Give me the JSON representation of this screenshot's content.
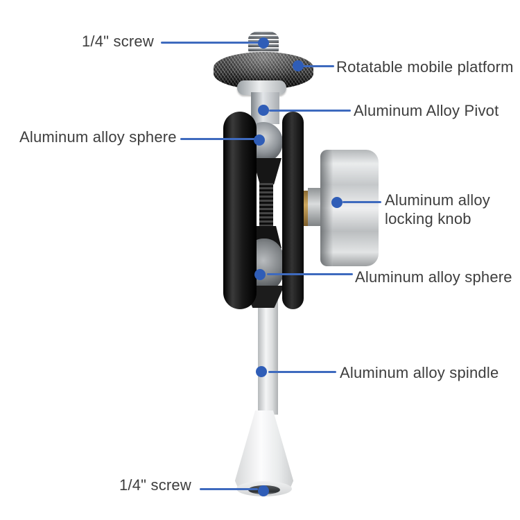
{
  "page": {
    "background": "#ffffff"
  },
  "colors": {
    "callout_dot": "#2f5db7",
    "callout_line": "#3e6abe",
    "label_text": "#3d3d3d",
    "clamp_black": "#1a1a1a",
    "metal_silver": "#d7dadc",
    "brass_washer": "#b8934c"
  },
  "callouts": {
    "screw_top": {
      "text": "1/4\" screw"
    },
    "platform": {
      "text": "Rotatable mobile platform"
    },
    "pivot": {
      "text": "Aluminum Alloy Pivot"
    },
    "sphere_upper": {
      "text": "Aluminum alloy sphere"
    },
    "locking_knob": {
      "line1": "Aluminum alloy",
      "line2": "locking knob"
    },
    "sphere_lower": {
      "text": "Aluminum alloy sphere"
    },
    "spindle": {
      "text": "Aluminum alloy spindle"
    },
    "screw_bottom": {
      "text": "1/4\" screw"
    }
  }
}
